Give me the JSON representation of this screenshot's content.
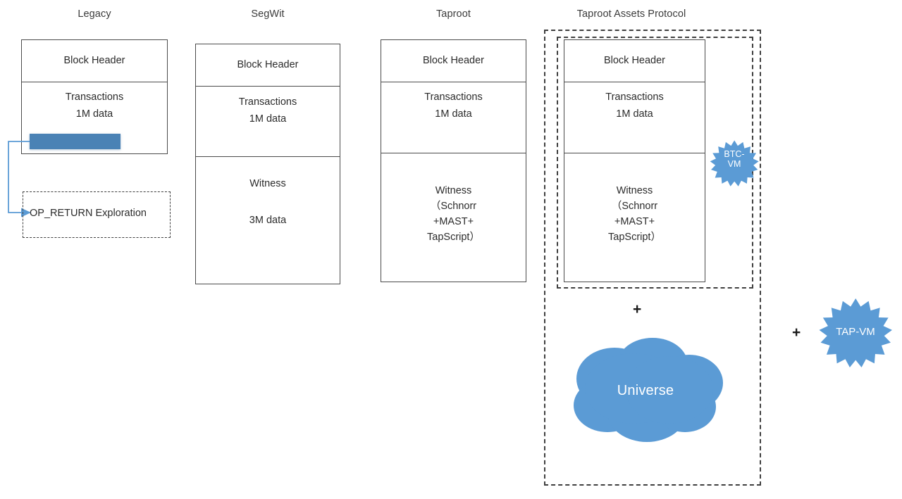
{
  "diagram": {
    "title_bar": "",
    "accent_blue": "#5B9BD5",
    "bar_blue": "#4A82B5",
    "line_color": "#4a4a4a",
    "arrow_color": "#5B9BD5"
  },
  "columns": [
    {
      "id": "legacy",
      "title": "Legacy",
      "rows": [
        {
          "name": "block-header",
          "lines": [
            "Block Header"
          ]
        },
        {
          "name": "transactions",
          "lines": [
            "Transactions",
            "1M data"
          ]
        }
      ]
    },
    {
      "id": "segwit",
      "title": "SegWit",
      "rows": [
        {
          "name": "block-header",
          "lines": [
            "Block Header"
          ]
        },
        {
          "name": "transactions",
          "lines": [
            "Transactions",
            "1M data"
          ]
        },
        {
          "name": "witness",
          "lines": [
            "Witness",
            "3M data"
          ]
        }
      ]
    },
    {
      "id": "taproot",
      "title": "Taproot",
      "rows": [
        {
          "name": "block-header",
          "lines": [
            "Block Header"
          ]
        },
        {
          "name": "transactions",
          "lines": [
            "Transactions",
            "1M data"
          ]
        },
        {
          "name": "witness",
          "lines": [
            "Witness",
            "（Schnorr",
            "+MAST+",
            "TapScript）"
          ]
        }
      ]
    },
    {
      "id": "taproot-assets",
      "title": "Taproot Assets Protocol",
      "rows": [
        {
          "name": "block-header",
          "lines": [
            "Block Header"
          ]
        },
        {
          "name": "transactions",
          "lines": [
            "Transactions",
            "1M data"
          ]
        },
        {
          "name": "witness",
          "lines": [
            "Witness",
            "（Schnorr",
            "+MAST+",
            "TapScript）"
          ]
        }
      ]
    }
  ],
  "annotations": {
    "op_return_box_label": "OP_RETURN Exploration",
    "plus_inside": "+",
    "plus_outside": "+",
    "universe_label": "Universe",
    "btc_vm_label": "BTC-\nVM",
    "tap_vm_label": "TAP-VM"
  }
}
